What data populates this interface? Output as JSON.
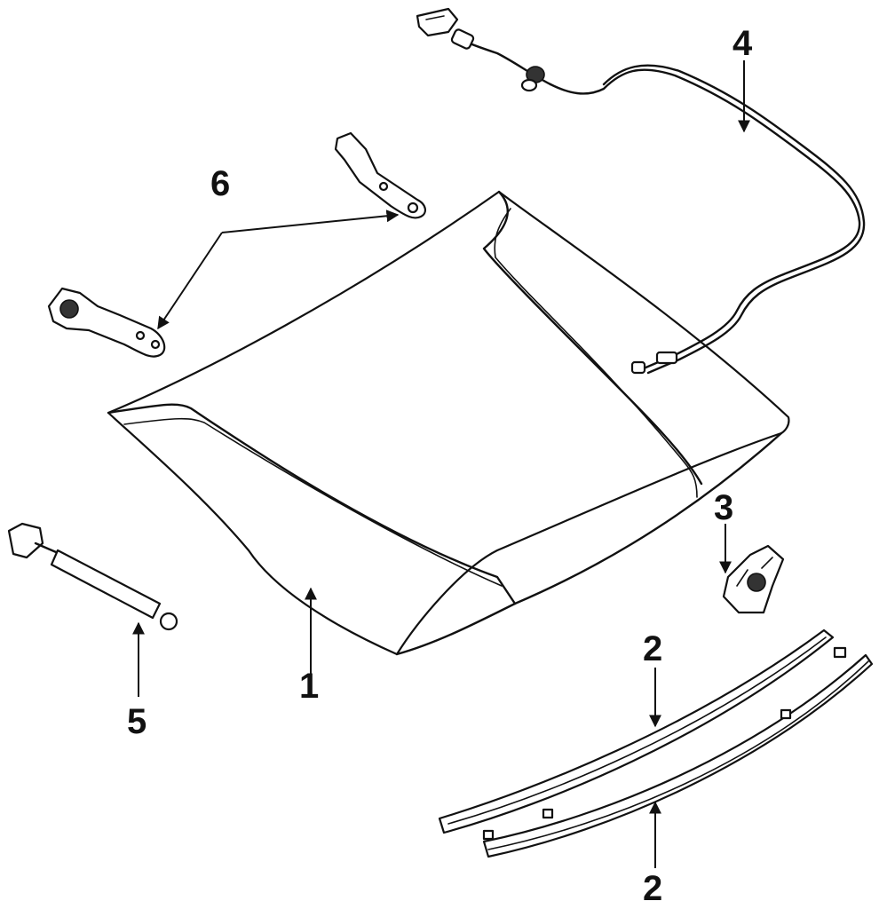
{
  "diagram": {
    "callouts": [
      {
        "id": "c1",
        "label": "1",
        "part": "hood-panel"
      },
      {
        "id": "c2a",
        "label": "2",
        "part": "weatherstrip-upper"
      },
      {
        "id": "c2b",
        "label": "2",
        "part": "weatherstrip-lower"
      },
      {
        "id": "c3",
        "label": "3",
        "part": "hood-latch"
      },
      {
        "id": "c4",
        "label": "4",
        "part": "release-cable"
      },
      {
        "id": "c5",
        "label": "5",
        "part": "gas-strut"
      },
      {
        "id": "c6",
        "label": "6",
        "part": "hood-hinges"
      }
    ],
    "colors": {
      "ink": "#111111",
      "paper": "#ffffff"
    }
  }
}
